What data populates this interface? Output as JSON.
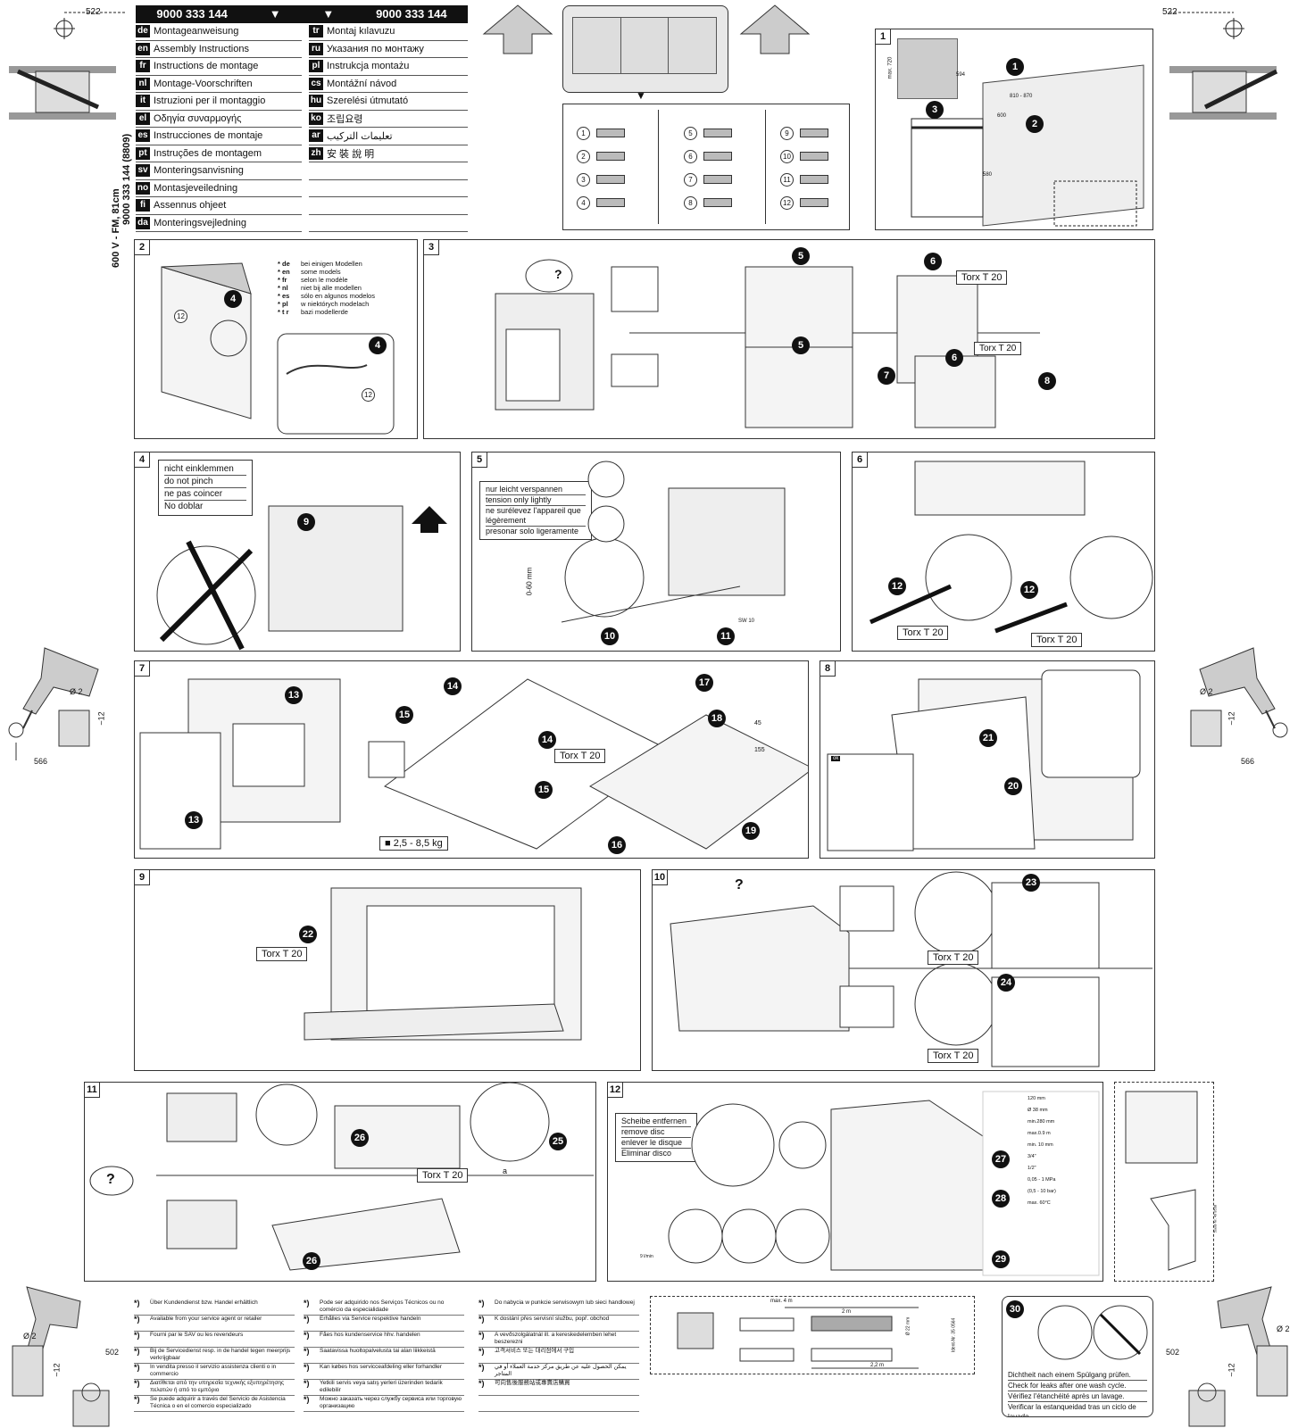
{
  "header": {
    "code_left": "9000 333 144",
    "code_right": "9000 333 144",
    "side_label": "9000 333 144 (8809)",
    "model_label": "600 V - FM, 81cm"
  },
  "languages_left": [
    {
      "code": "de",
      "text": "Montageanweisung"
    },
    {
      "code": "en",
      "text": "Assembly Instructions"
    },
    {
      "code": "fr",
      "text": "Instructions de montage"
    },
    {
      "code": "nl",
      "text": "Montage-Voorschriften"
    },
    {
      "code": "it",
      "text": "Istruzioni per il montaggio"
    },
    {
      "code": "el",
      "text": "Οδηγία συναρμογής"
    },
    {
      "code": "es",
      "text": "Instrucciones de montaje"
    },
    {
      "code": "pt",
      "text": "Instruções de montagem"
    },
    {
      "code": "sv",
      "text": "Monteringsanvisning"
    },
    {
      "code": "no",
      "text": "Montasjeveiledning"
    },
    {
      "code": "fi",
      "text": "Assennus ohjeet"
    },
    {
      "code": "da",
      "text": "Monteringsvejledning"
    }
  ],
  "languages_right": [
    {
      "code": "tr",
      "text": "Montaj kılavuzu"
    },
    {
      "code": "ru",
      "text": "Указания по монтажу"
    },
    {
      "code": "pl",
      "text": "Instrukcja montażu"
    },
    {
      "code": "cs",
      "text": "Montážní návod"
    },
    {
      "code": "hu",
      "text": "Szerelési útmutató"
    },
    {
      "code": "ko",
      "text": "조립요령"
    },
    {
      "code": "ar",
      "text": "تعليمات التركيب"
    },
    {
      "code": "zh",
      "text": "安 裝 說 明"
    },
    {
      "code": "",
      "text": ""
    },
    {
      "code": "",
      "text": ""
    },
    {
      "code": "",
      "text": ""
    },
    {
      "code": "",
      "text": ""
    }
  ],
  "dimensions": {
    "top_left": "522",
    "top_right": "522",
    "mid_left": "566",
    "mid_right": "566",
    "bottom_left": "502",
    "bottom_right": "502",
    "drill_diameter": "Ø 2",
    "drill_depth": "~12"
  },
  "panel1": {
    "num": "1",
    "dims": [
      "max. 720",
      "594",
      "810 - 870",
      "600",
      "580"
    ]
  },
  "panel2": {
    "num": "2",
    "notes": [
      {
        "code": "* de",
        "text": "bei einigen Modellen"
      },
      {
        "code": "* en",
        "text": "some models"
      },
      {
        "code": "* fr",
        "text": "selon le modèle"
      },
      {
        "code": "* nl",
        "text": "niet bij alle modellen"
      },
      {
        "code": "* es",
        "text": "sólo en algunos modelos"
      },
      {
        "code": "* pl",
        "text": "w niektórych modelach"
      },
      {
        "code": "* t r",
        "text": "bazi modellerde"
      }
    ]
  },
  "panel3": {
    "num": "3",
    "torx1": "Torx T 20",
    "torx2": "Torx T 20"
  },
  "panel4": {
    "num": "4",
    "notes": [
      "nicht einklemmen",
      "do not pinch",
      "ne pas coincer",
      "No doblar"
    ]
  },
  "panel5": {
    "num": "5",
    "notes": [
      "nur leicht verspannen",
      "tension only lightly",
      "ne surélevez l'appareil que légèrement",
      "presonar solo ligeramente"
    ],
    "range": "0-60 mm",
    "sw": "SW 10"
  },
  "panel6": {
    "num": "6",
    "torx1": "Torx T 20",
    "torx2": "Torx T 20"
  },
  "panel7": {
    "num": "7",
    "weight": "2,5 - 8,5 kg",
    "torx": "Torx T 20",
    "dim1": "45",
    "dim2": "155"
  },
  "panel8": {
    "num": "8",
    "ok": "ok"
  },
  "panel9": {
    "num": "9",
    "torx": "Torx T 20"
  },
  "panel10": {
    "num": "10",
    "torx1": "Torx T 20",
    "torx2": "Torx T 20"
  },
  "panel11": {
    "num": "11",
    "torx": "Torx T 20",
    "a": "a"
  },
  "panel12": {
    "num": "12",
    "notes": [
      "Scheibe entfernen",
      "remove disc",
      "enlever le disque",
      "Eliminar disco"
    ],
    "flow": "9 l/min",
    "dims": [
      "120 mm",
      "Ø 38 mm",
      "min.280 mm",
      "max.0.9 m",
      "min. 10 mm",
      "3/4\"",
      "1/2\"",
      "0,05 - 1 MPa",
      "(0,5 - 10 bar)",
      "max. 60°C"
    ]
  },
  "footnotes": [
    [
      "Über Kundendienst bzw. Handel erhältlich",
      "Pode ser adquirido nos Serviços Técnicos ou no comércio da especialidade",
      "Do nabycia w punkcie serwisowym lub sieci handlowej"
    ],
    [
      "Available from your service agent or retailer",
      "Erhålles via Service respektive handeln",
      "K dostání přes servisní službu, popř. obchod"
    ],
    [
      "Fourni par le SAV ou les revendeurs",
      "Fåes hos kundenservice hhv. handelen",
      "A vevőszolgálatnál ill. a kereskedelemben lehet beszerezni"
    ],
    [
      "Bij de Servicedienst resp. in de handel tegen meerprijs verkrijgbaar",
      "Saatavissa huoltopalvelusta tai alan liikkeistä",
      "고객서비스 또는 대리점에서 구입"
    ],
    [
      "In vendita presso il servizio assistenza clienti o in commercio",
      "Kan købes hos servicceafdeling eller forhandler",
      "يمكن الحصول عليه عن طريق مركز خدمة العملاء أو في المتاجر"
    ],
    [
      "Διατίθεται από την υπηρεσία τεχνικής εξυπηρέτησης πελατών ή από το εμπόριο",
      "Yetkili servis veya satış yerleri üzerinden tedarik edilebilir",
      "可向售後服務站或專賣店購買"
    ],
    [
      "Se puede adquirir a través del Servicio de Asistencia Técnica o en el comercio especializado",
      "Можно заказать через службу сервиса или торговую организацию",
      ""
    ]
  ],
  "hose_box": {
    "max": "max. 4 m",
    "len1": "2 m",
    "len2": "2,2 m",
    "dia": "Ø 22 mm",
    "ident": "Ident-Nr. 35 0564"
  },
  "panel30": {
    "num": "30",
    "notes": [
      "Dichtheit nach einem Spülgang prüfen.",
      "Check for leaks after one wash cycle.",
      "Vérifiez l'étanchéité après un lavage.",
      "Verificar la estanqueidad tras un ciclo de lavado."
    ]
  },
  "side_code": "5seid-Nr. 49 8538"
}
